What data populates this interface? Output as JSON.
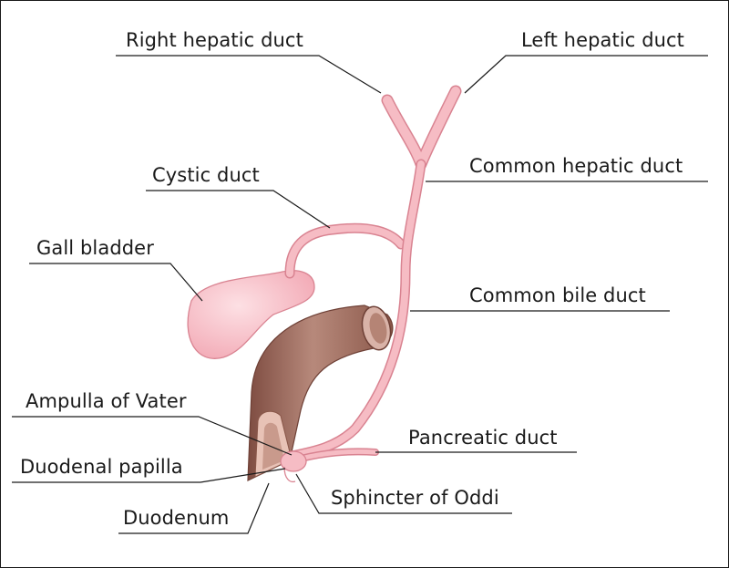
{
  "labels": {
    "right_hepatic_duct": "Right hepatic duct",
    "left_hepatic_duct": "Left hepatic duct",
    "common_hepatic_duct": "Common hepatic duct",
    "cystic_duct": "Cystic duct",
    "gall_bladder": "Gall bladder",
    "common_bile_duct": "Common bile duct",
    "ampulla_of_vater": "Ampulla of Vater",
    "pancreatic_duct": "Pancreatic duct",
    "duodenal_papilla": "Duodenal papilla",
    "sphincter_of_oddi": "Sphincter of Oddi",
    "duodenum": "Duodenum"
  },
  "colors": {
    "duct_fill": "#f6bcc4",
    "duct_outline": "#d98391",
    "duodenum_fill": "#9f6a5c",
    "duodenum_inner": "#e8c2b6",
    "leader_line": "#1a1a1a"
  }
}
